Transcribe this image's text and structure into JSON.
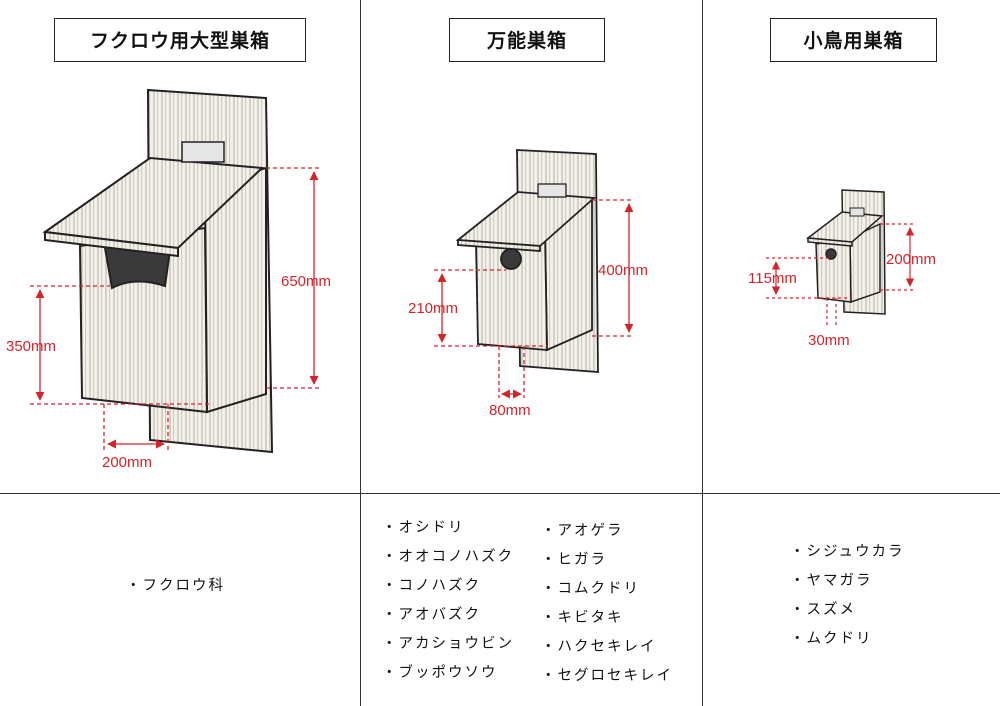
{
  "columns": [
    {
      "title": "フクロウ用大型巣箱",
      "dimensions": {
        "height": "650mm",
        "hole_height": "350mm",
        "width": "200mm"
      },
      "species": [
        "・フクロウ科"
      ]
    },
    {
      "title": "万能巣箱",
      "dimensions": {
        "height": "400mm",
        "hole_height": "210mm",
        "width": "80mm"
      },
      "species_left": [
        "・オシドリ",
        "・オオコノハズク",
        "・コノハズク",
        "・アオバズク",
        "・アカショウビン",
        "・ブッポウソウ"
      ],
      "species_right": [
        "・アオゲラ",
        "・ヒガラ",
        "・コムクドリ",
        "・キビタキ",
        "・ハクセキレイ",
        "・セグロセキレイ"
      ]
    },
    {
      "title": "小鳥用巣箱",
      "dimensions": {
        "height": "200mm",
        "hole_height": "115mm",
        "width": "30mm"
      },
      "species": [
        "・シジュウカラ",
        "・ヤマガラ",
        "・スズメ",
        "・ムクドリ"
      ]
    }
  ],
  "colors": {
    "dimension": "#d6232a",
    "line": "#333333",
    "wood_fill": "#f4f1ea"
  }
}
